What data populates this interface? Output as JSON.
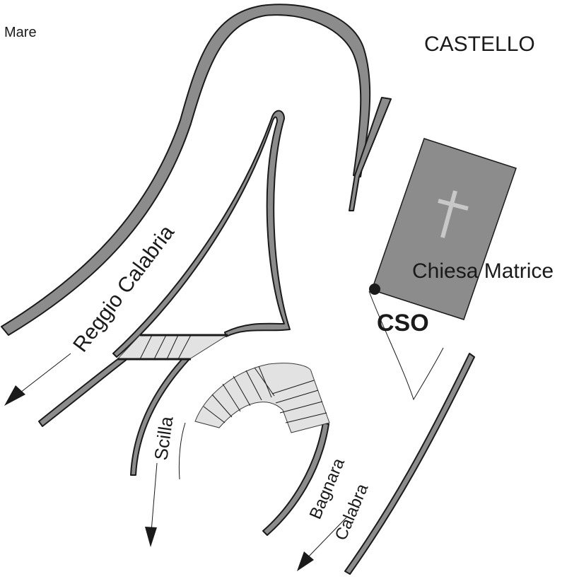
{
  "labels": {
    "mare": "Mare",
    "castello": "CASTELLO",
    "church": "Chiesa Matrice",
    "cso": "CSO",
    "road_reggio": "Reggio Calabria",
    "road_scilla": "Scilla",
    "road_bagnara_1": "Bagnara",
    "road_bagnara_2": "Calabra"
  },
  "icons": {
    "church_symbol": "cross-icon",
    "cso_marker": "location-dot-icon"
  },
  "colors": {
    "road_fill": "#8c8c8c",
    "church_fill": "#8c8c8c",
    "cross": "#c8c8c8",
    "steps_fill": "#e2e2e2",
    "ink": "#1a1a1a"
  }
}
